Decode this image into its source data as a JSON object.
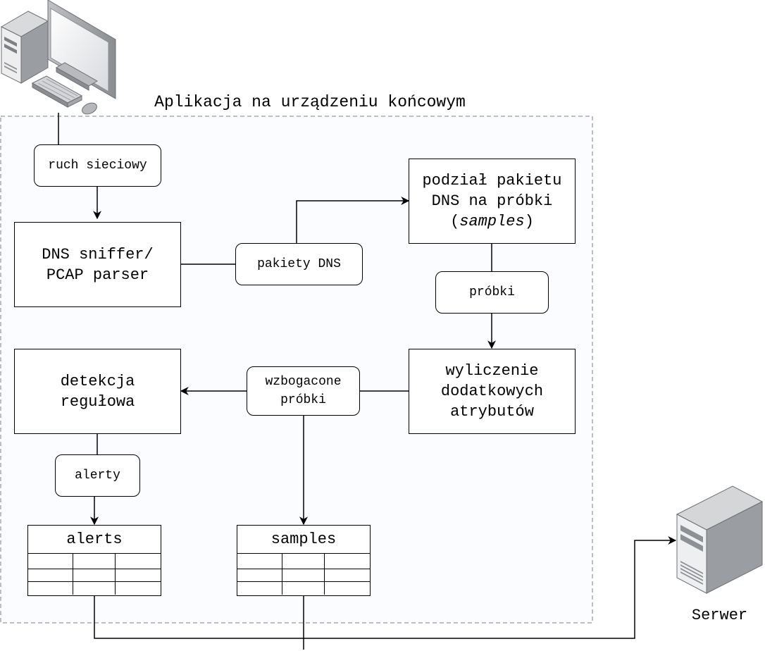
{
  "container": {
    "title": "Aplikacja na urządzeniu końcowym"
  },
  "nodes": {
    "sniffer": {
      "line1": "DNS sniffer/",
      "line2": "PCAP parser"
    },
    "split": {
      "line1": "podział pakietu",
      "line2": "DNS na próbki",
      "line3_open": "(",
      "line3_italic": "samples",
      "line3_close": ")"
    },
    "attrs": {
      "line1": "wyliczenie",
      "line2": "dodatkowych",
      "line3": "atrybutów"
    },
    "detect": {
      "line1": "detekcja",
      "line2": "regułowa"
    }
  },
  "edges": {
    "traffic": "ruch sieciowy",
    "dns_packets": "pakiety DNS",
    "samples": "próbki",
    "enriched_line1": "wzbogacone",
    "enriched_line2": "próbki",
    "alerts": "alerty"
  },
  "tables": {
    "alerts": {
      "title": "alerts"
    },
    "samples": {
      "title": "samples"
    }
  },
  "server": {
    "label": "Serwer"
  },
  "icons": {
    "client": "desktop-computer-icon",
    "server": "server-tower-icon"
  },
  "colors": {
    "container_fill": "#fbfcff",
    "container_border": "#aaaaaa",
    "stroke": "#000000"
  }
}
